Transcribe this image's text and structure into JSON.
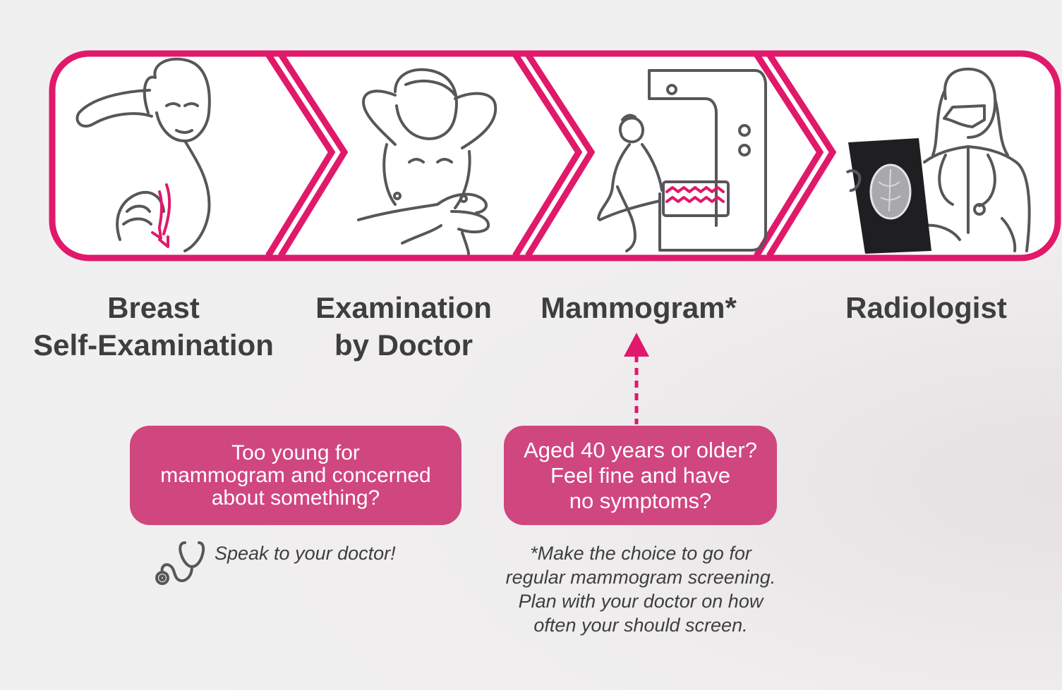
{
  "steps": [
    {
      "label": "Breast\nSelf-Examination",
      "icon": "breast-self-exam-icon"
    },
    {
      "label": "Examination\nby Doctor",
      "icon": "doctor-exam-icon"
    },
    {
      "label": "Mammogram*",
      "icon": "mammogram-machine-icon"
    },
    {
      "label": "Radiologist",
      "icon": "radiologist-icon"
    }
  ],
  "boxes": {
    "young": "Too young for\nmammogram and concerned\nabout something?",
    "aged": "Aged 40 years or older?\nFeel fine and have\nno symptoms?"
  },
  "notes": {
    "speak": "Speak to your doctor!",
    "choice": "*Make the choice to go for\nregular mammogram screening.\nPlan with your doctor on how\noften your should screen."
  },
  "colors": {
    "accent": "#e0196a",
    "box": "#d0467f",
    "line_art": "#58565a",
    "text": "#3e3e40"
  }
}
